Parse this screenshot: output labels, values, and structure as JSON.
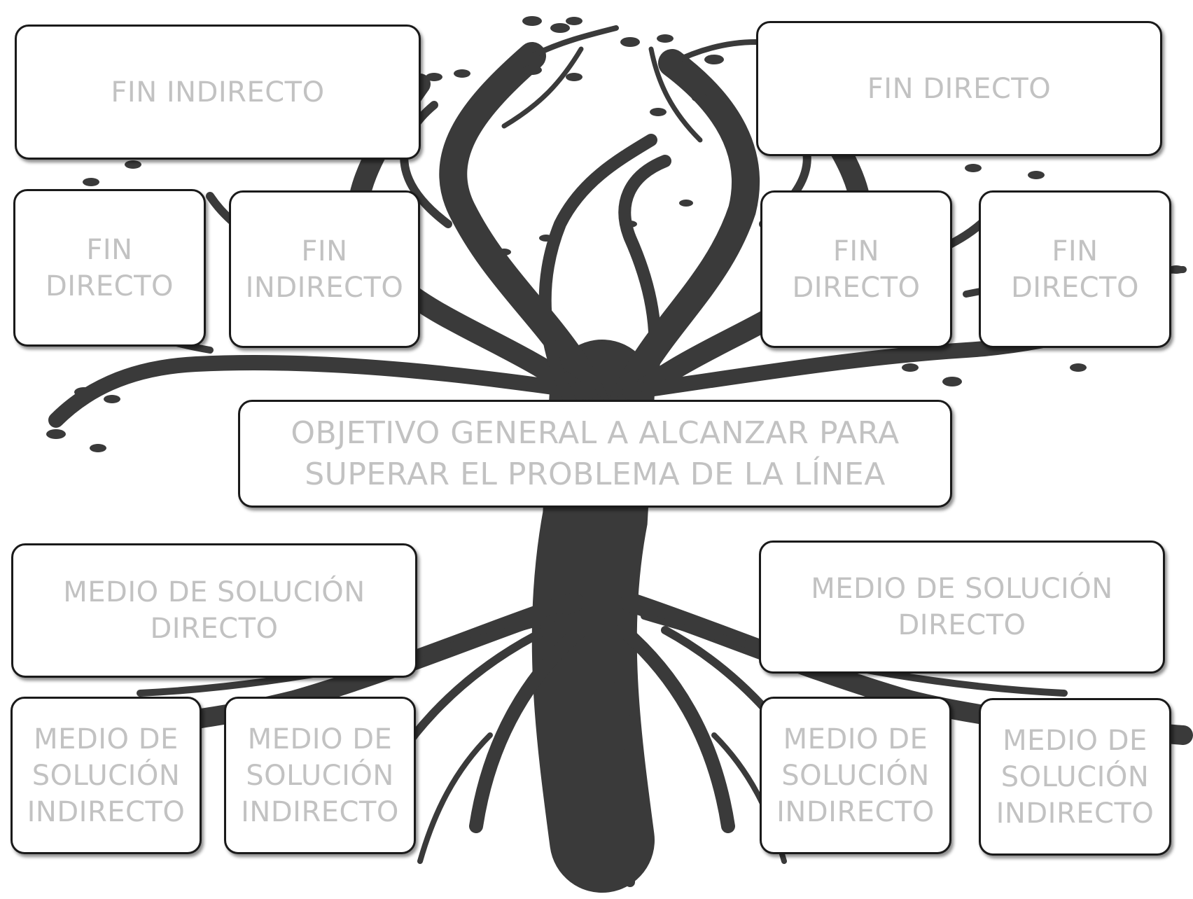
{
  "colors": {
    "tree": "#3a3a3a",
    "box_border": "#1a1a1a",
    "box_text": "#c2c2c2"
  },
  "ends": {
    "top_left": "FIN INDIRECTO",
    "top_right": "FIN DIRECTO",
    "left_1": "FIN\nDIRECTO",
    "left_2": "FIN\nINDIRECTO",
    "right_1": "FIN\nDIRECTO",
    "right_2": "FIN\nDIRECTO"
  },
  "objective": "OBJETIVO GENERAL A ALCANZAR PARA\nSUPERAR EL PROBLEMA DE LA LÍNEA",
  "means": {
    "direct_left": "MEDIO DE SOLUCIÓN\nDIRECTO",
    "direct_right": "MEDIO DE SOLUCIÓN\nDIRECTO",
    "indirect_1": "MEDIO DE\nSOLUCIÓN\nINDIRECTO",
    "indirect_2": "MEDIO DE\nSOLUCIÓN\nINDIRECTO",
    "indirect_3": "MEDIO DE\nSOLUCIÓN\nINDIRECTO",
    "indirect_4": "MEDIO DE\nSOLUCIÓN\nINDIRECTO"
  }
}
